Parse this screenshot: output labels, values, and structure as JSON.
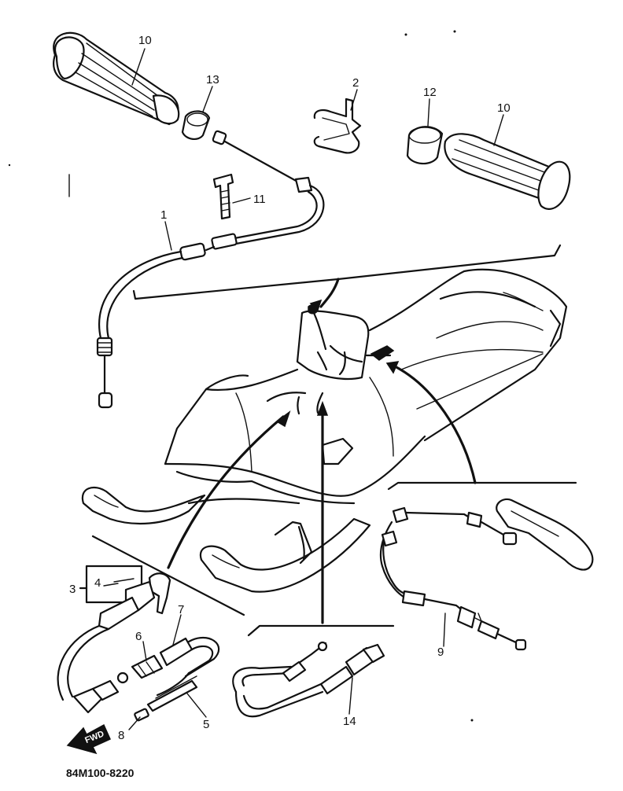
{
  "diagram": {
    "part_code": "84M100-8220",
    "direction_label": "FWD",
    "callouts": {
      "c1": "1",
      "c2": "2",
      "c3": "3",
      "c4": "4",
      "c5": "5",
      "c6": "6",
      "c7": "7",
      "c8": "8",
      "c9": "9",
      "c10a": "10",
      "c10b": "10",
      "c11": "11",
      "c12": "12",
      "c13": "13",
      "c14": "14"
    },
    "parts": [
      {
        "no": "1",
        "item": "throttle-cable"
      },
      {
        "no": "2",
        "item": "clip"
      },
      {
        "no": "3",
        "item": "choke-lever-assembly"
      },
      {
        "no": "4",
        "item": "choke-lever"
      },
      {
        "no": "5",
        "item": "tube"
      },
      {
        "no": "6",
        "item": "choke-cable-fitting"
      },
      {
        "no": "7",
        "item": "choke-cable"
      },
      {
        "no": "8",
        "item": "cable-end"
      },
      {
        "no": "9",
        "item": "brake-cable"
      },
      {
        "no": "10",
        "item": "handlebar-grip"
      },
      {
        "no": "11",
        "item": "bolt"
      },
      {
        "no": "12",
        "item": "collar"
      },
      {
        "no": "13",
        "item": "collar"
      },
      {
        "no": "14",
        "item": "starter-knob-cable"
      }
    ]
  }
}
